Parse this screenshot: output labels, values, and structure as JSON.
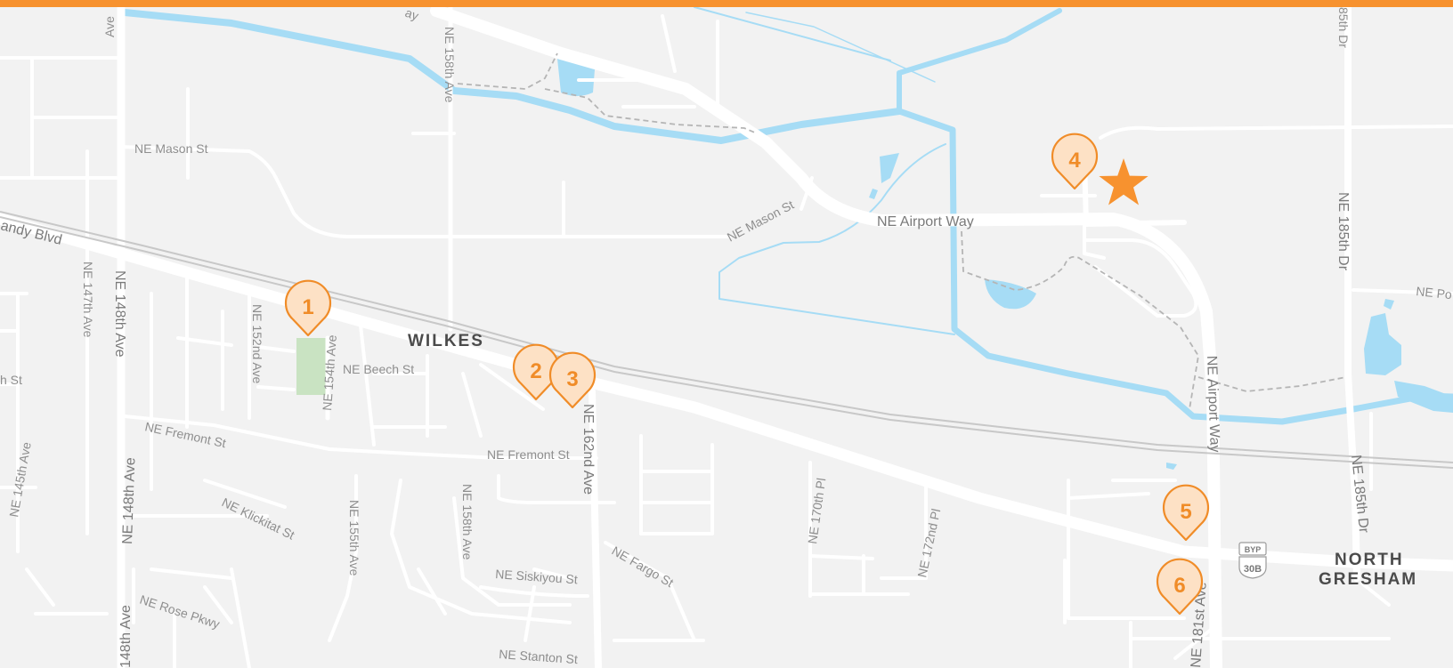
{
  "map": {
    "colors": {
      "background": "#f2f2f2",
      "road": "#ffffff",
      "water": "#a6dcf5",
      "park": "#c9e3c2",
      "rail": "#c8c8c8",
      "accent": "#f7922f",
      "marker_fill": "#fde1c5",
      "marker_stroke": "#f08c28",
      "label": "#8e8e8e",
      "district_label": "#4b4b4b"
    },
    "markers": [
      {
        "label": "1"
      },
      {
        "label": "2"
      },
      {
        "label": "3"
      },
      {
        "label": "4"
      },
      {
        "label": "5"
      },
      {
        "label": "6"
      }
    ],
    "current_location": {
      "icon": "star-icon"
    },
    "districts": {
      "wilkes": "WILKES",
      "north_gresham_1": "NORTH",
      "north_gresham_2": "GRESHAM"
    },
    "highway_shield": {
      "top": "BYP",
      "number": "30B"
    },
    "streets": {
      "ave_top": "Ave",
      "way_top": "ay",
      "ne_158th_ave_n": "NE 158th Ave",
      "dr_185th_top": "85th Dr",
      "ne_mason_st_w": "NE Mason St",
      "ne_mason_st_mid": "NE Mason St",
      "ne_airport_way": "NE Airport Way",
      "sandy_blvd": "andy Blvd",
      "ne_147th_ave": "NE 147th Ave",
      "ne_148th_ave_1": "NE 148th Ave",
      "ne_152nd_ave": "NE 152nd Ave",
      "ne_154th_ave": "NE 154th Ave",
      "ne_beech_st": "NE Beech St",
      "st_w": "h St",
      "ne_fremont_st_w": "NE Fremont St",
      "ne_fremont_st_mid": "NE Fremont St",
      "ne_162nd_ave": "NE 162nd Ave",
      "ne_145th_ave": "NE 145th Ave",
      "ne_148th_ave_2": "NE 148th Ave",
      "ne_klickitat_st": "NE Klickitat St",
      "ne_155th_ave": "NE 155th Ave",
      "ne_158th_ave_s": "NE 158th Ave",
      "ne_siskiyou_st": "NE Siskiyou St",
      "ne_fargo_st": "NE Fargo St",
      "ne_170th_pl": "NE 170th Pl",
      "ne_172nd_pl": "NE 172nd Pl",
      "ne_airport_way_v": "NE Airport Way",
      "ne_185th_dr_1": "NE 185th Dr",
      "ne_185th_dr_2": "NE 185th Dr",
      "ne_po": "NE Po",
      "ne_181st_ave": "NE 181st Ave",
      "ne_rose_pkwy": "NE Rose Pkwy",
      "ne_148th_ave_3": "148th Ave",
      "ne_stanton_st": "NE Stanton St"
    }
  }
}
